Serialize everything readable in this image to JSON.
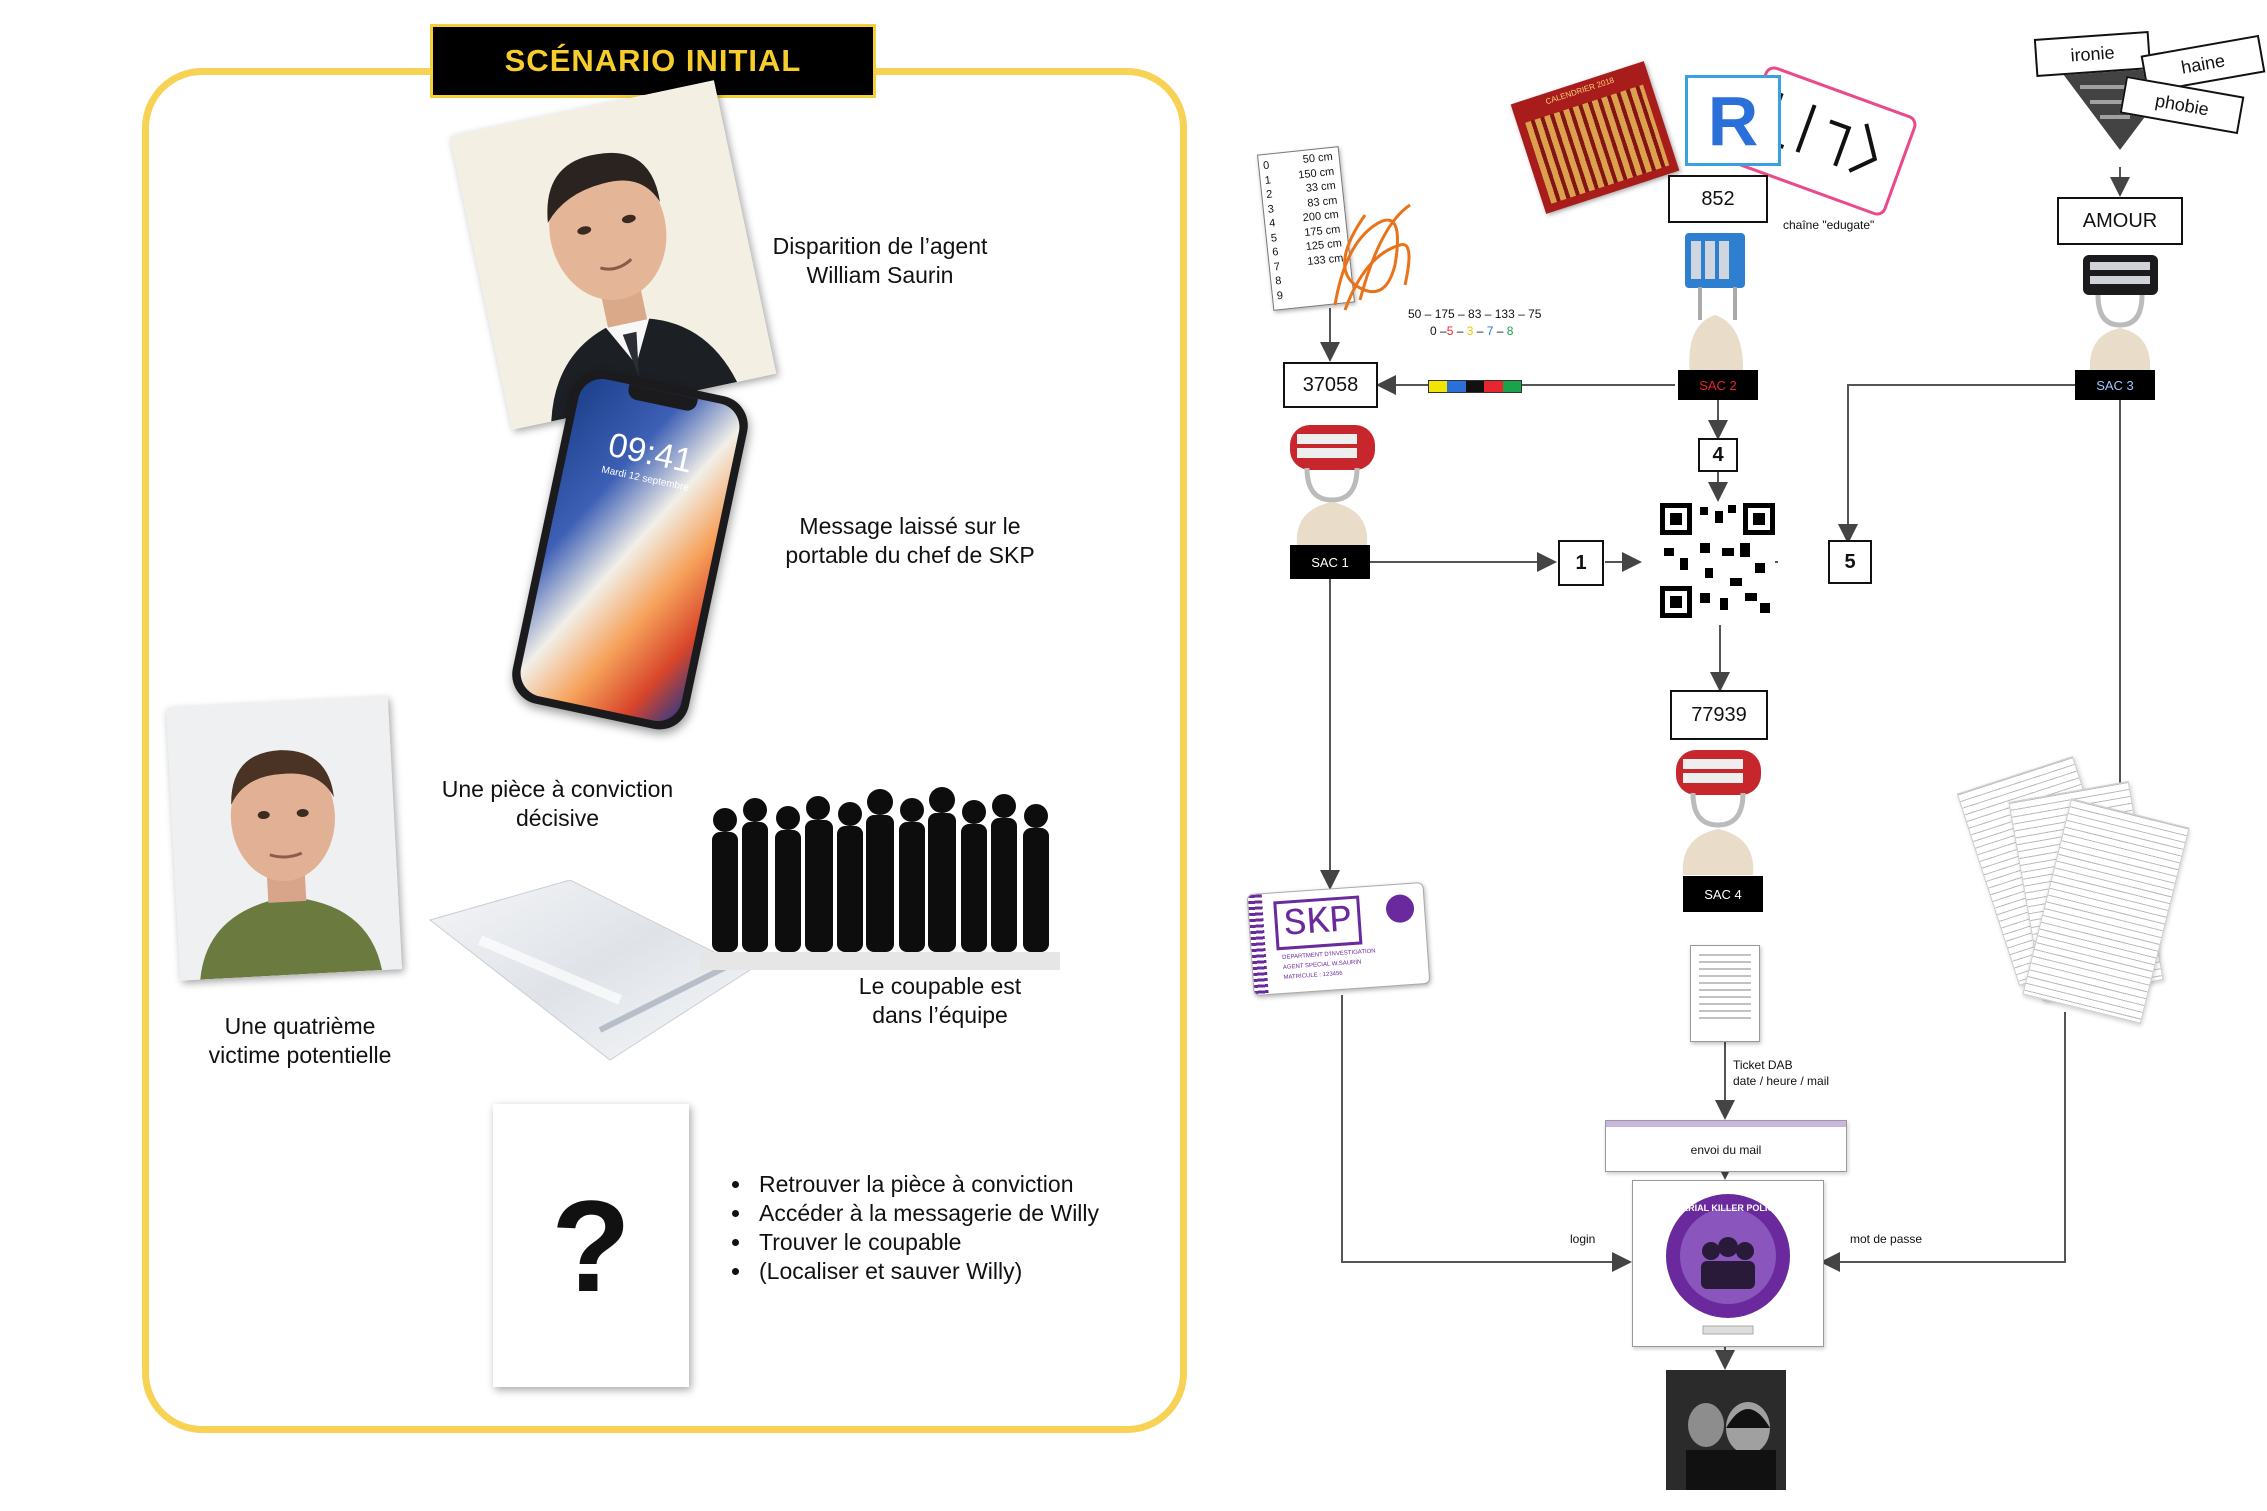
{
  "scenario": {
    "title": "SCÉNARIO INITIAL",
    "captions": {
      "disparition": "Disparition de l’agent\nWilliam Saurin",
      "message": "Message laissé sur le\nportable du chef de SKP",
      "piece": "Une pièce à conviction\ndécisive",
      "coupable": "Le coupable est\ndans l’équipe",
      "victime": "Une quatrième\nvictime potentielle"
    },
    "phone": {
      "time": "09:41",
      "date": "Mardi 12 septembre"
    },
    "question_mark": "?",
    "bullets": [
      "Retrouver la pièce à conviction",
      "Accéder à la messagerie de Willy",
      "Trouver le coupable",
      "(Localiser et sauver Willy)"
    ]
  },
  "diagram": {
    "codes": {
      "code_37058": "37058",
      "code_852": "852",
      "amour": "AMOUR",
      "code_77939": "77939",
      "num_4": "4",
      "num_1": "1",
      "num_5": "5"
    },
    "sacs": {
      "sac1": "SAC 1",
      "sac2": "SAC 2",
      "sac3": "SAC 3",
      "sac4": "SAC 4"
    },
    "labels": {
      "chaine": "chaîne \"edugate\"",
      "sequence_top": "50 – 175 – 83 – 133 – 75",
      "sequence_bottom": [
        "0 –",
        "5",
        " – ",
        "3",
        " – ",
        "7",
        " – ",
        "8"
      ],
      "ticket_line1": "Ticket DAB",
      "ticket_line2": "date / heure / mail",
      "envoi": "envoi du mail",
      "login": "login",
      "mot_de_passe": "mot de passe"
    },
    "words": {
      "ironie": "ironie",
      "haine": "haine",
      "phobie": "phobie"
    },
    "ruler": {
      "indices": [
        "0",
        "1",
        "2",
        "3",
        "4",
        "5",
        "6",
        "7",
        "8",
        "9"
      ],
      "measures": [
        "50 cm",
        "150 cm",
        "33 cm",
        "83 cm",
        "200 cm",
        "175 cm",
        "125 cm",
        "133 cm"
      ]
    },
    "card_skp": {
      "logo": "SKP",
      "dept": "DEPARTMENT D'INVESTIGATION",
      "agent": "AGENT SPECIAL W.SAURIN",
      "matricule": "MATRICULE : 123456"
    },
    "logo_text": "SERIAL KILLER POLICE",
    "calendar_title": "CALENDRIER 2018",
    "colors": {
      "accent_yellow": "#f7d254",
      "title_text": "#f6cd2b",
      "seq_colors": [
        "#e8262d",
        "#f2c500",
        "#2b6fd8",
        "#1aa34a"
      ],
      "color_bar": [
        "#f2e600",
        "#2b6fd8",
        "#111111",
        "#e8262d",
        "#1aa34a"
      ],
      "lock_red": "#c8262d",
      "purple": "#6a2a9e"
    }
  }
}
